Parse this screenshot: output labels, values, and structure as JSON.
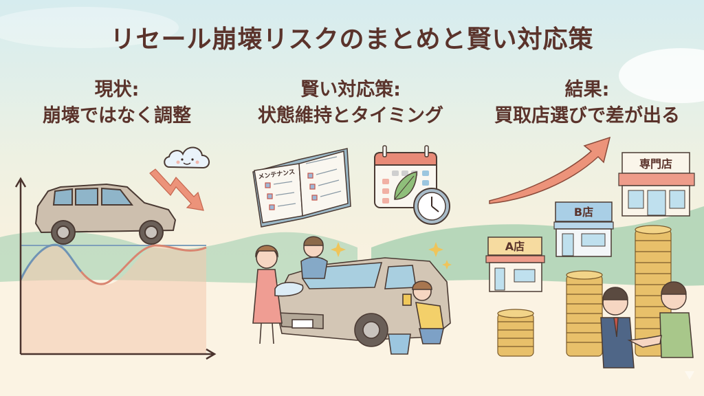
{
  "title": "リセール崩壊リスクのまとめと賢い対応策",
  "panels": [
    {
      "heading_line1": "現状:",
      "heading_line2": "崩壊ではなく調整",
      "illustration": "suv-on-fluctuating-price-chart",
      "elements": [
        "cloud-icon",
        "zigzag-down-arrow-icon",
        "suv-car",
        "price-line-chart"
      ]
    },
    {
      "heading_line1": "賢い対応策:",
      "heading_line2": "状態維持とタイミング",
      "illustration": "family-washing-car",
      "maintenance_book_label": "メンテナンス",
      "elements": [
        "maintenance-book-icon",
        "calendar-icon",
        "leaf-icon",
        "clock-icon",
        "sparkle-icon",
        "bucket-icon"
      ]
    },
    {
      "heading_line1": "結果:",
      "heading_line2": "買取店選びで差が出る",
      "illustration": "shops-and-coin-stacks-handshake",
      "shops": [
        {
          "label": "A店",
          "coin_stack": "short"
        },
        {
          "label": "B店",
          "coin_stack": "medium"
        },
        {
          "label": "専門店",
          "coin_stack": "tall"
        }
      ],
      "elements": [
        "upward-arrow-icon",
        "handshake"
      ]
    }
  ],
  "colors": {
    "text": "#5a332b",
    "arrow": "#ec937a",
    "sky": "#d6ecef",
    "ground": "#fcf5e6",
    "hills": "#a9cfb2",
    "coin": "#e8c06a",
    "car": "#cdbfae"
  }
}
